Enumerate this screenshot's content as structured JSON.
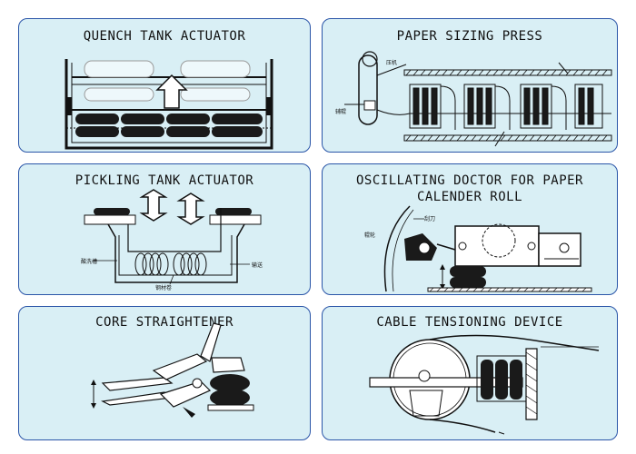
{
  "panels": [
    {
      "title": "QUENCH TANK ACTUATOR"
    },
    {
      "title": "PAPER SIZING PRESS",
      "labels": [
        "压机",
        "辅辊"
      ]
    },
    {
      "title": "PICKLING TANK ACTUATOR",
      "labels": [
        "酸洗槽",
        "输送",
        "钢材卷"
      ]
    },
    {
      "title_line1": "OSCILLATING DOCTOR FOR PAPER",
      "title_line2": "CALENDER ROLL",
      "labels": [
        "刮刀",
        "辊轮"
      ]
    },
    {
      "title": "CORE STRAIGHTENER"
    },
    {
      "title": "CABLE TENSIONING DEVICE"
    }
  ],
  "colors": {
    "panel_bg": "#d9eff5",
    "panel_border": "#2a55a8",
    "ink": "#111111",
    "bellow": "#1a1a1a"
  }
}
